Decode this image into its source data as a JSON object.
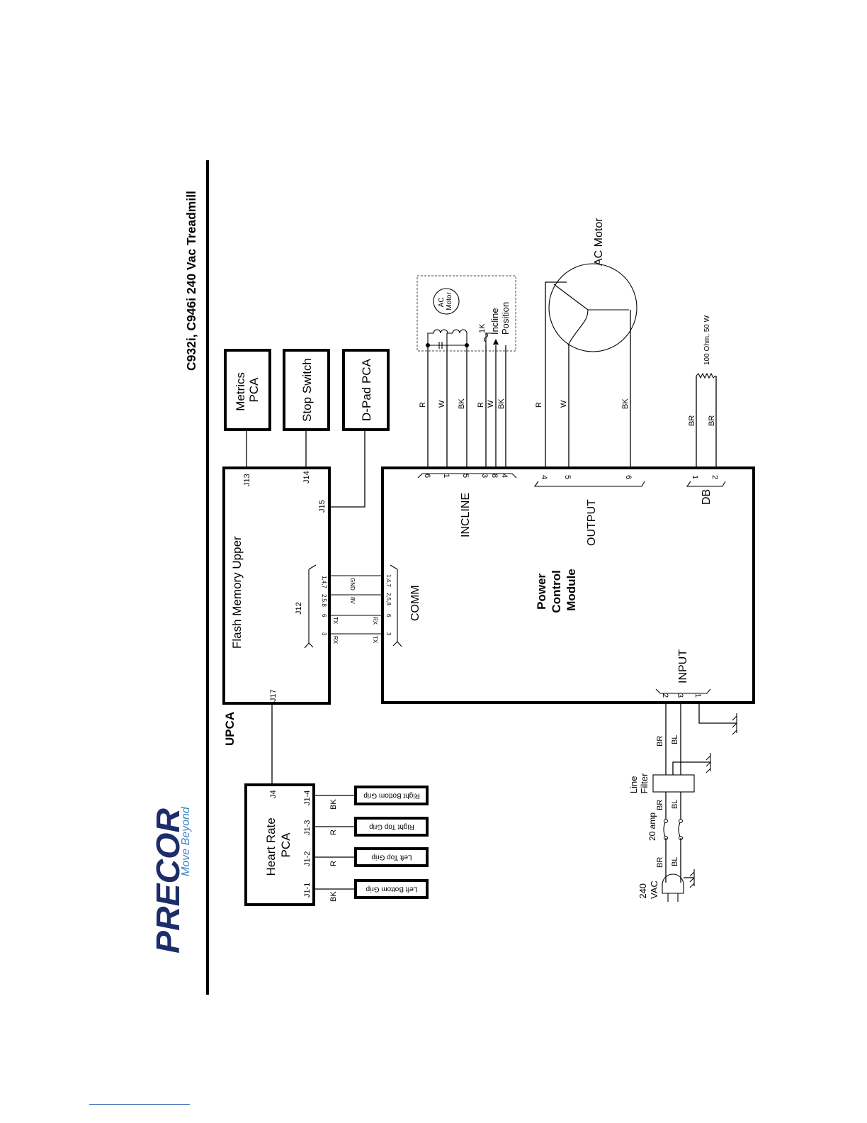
{
  "title": "C932i, C946i 240 Vac Treadmill",
  "brand": {
    "name": "PRECOR",
    "tagline": "Move Beyond",
    "brand_color": "#3a86c6",
    "logo_color": "#1d2d6a"
  },
  "upca": {
    "label": "UPCA",
    "board": "Flash Memory Upper",
    "connectors": {
      "j13": "J13",
      "j14": "J14",
      "j15": "J15",
      "j12": "J12",
      "j17": "J17"
    },
    "j12_pins": [
      "1,4,7",
      "2,5,8",
      "6",
      "3"
    ],
    "j12_signals": [
      "GND",
      "8V",
      "TX",
      "RX"
    ]
  },
  "peripherals": {
    "metrics": [
      "Metrics",
      "PCA"
    ],
    "stop": "Stop Switch",
    "dpad": "D-Pad PCA"
  },
  "heart_rate": {
    "title": [
      "Heart Rate",
      "PCA"
    ],
    "j4": "J4",
    "pins": [
      "J1-1",
      "J1-2",
      "J1-3",
      "J1-4"
    ],
    "wires": [
      "BK",
      "R",
      "R",
      "BK"
    ],
    "grips": [
      "Left Bottom Grip",
      "Left Top Grip",
      "Right Top Grip",
      "Right Bottom Grip"
    ]
  },
  "pcm": {
    "title": [
      "Power",
      "Control",
      "Module"
    ],
    "comm": {
      "label": "COMM",
      "pins": [
        "1,4,7",
        "2,5,8",
        "6",
        "3"
      ],
      "signals": [
        "GND",
        "8V",
        "RX",
        "TX"
      ]
    },
    "incline": {
      "label": "INCLINE",
      "pins": [
        "6",
        "1",
        "5",
        "3",
        "8",
        "4"
      ]
    },
    "output": {
      "label": "OUTPUT",
      "pins": [
        "4",
        "5",
        "6"
      ]
    },
    "db": {
      "label": "DB",
      "pins": [
        "1",
        "2"
      ]
    },
    "input": {
      "label": "INPUT",
      "pins": [
        "2",
        "3",
        "1"
      ]
    }
  },
  "incline_motor": {
    "motor": [
      "AC",
      "Motor"
    ],
    "pot_value": "1K",
    "pot_label": [
      "Incline",
      "Position"
    ],
    "wires": [
      "R",
      "W",
      "BK",
      "R",
      "W",
      "BK"
    ]
  },
  "ac_motor": {
    "label": "AC Motor",
    "wires": [
      "R",
      "W",
      "BK"
    ]
  },
  "db_resistor": {
    "label": "100 Ohm, 50 W",
    "wires": [
      "BR",
      "BR"
    ]
  },
  "power_in": {
    "source": [
      "240",
      "VAC"
    ],
    "breaker": "20 amp",
    "filter": [
      "Line",
      "Filter"
    ],
    "wires_in": [
      "BR",
      "BL"
    ],
    "wires_mid": [
      "BR",
      "BL"
    ],
    "wires_out": [
      "BR",
      "BL"
    ]
  }
}
